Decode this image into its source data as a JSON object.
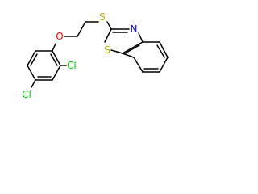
{
  "molecule": {
    "atoms": {
      "oxygen": "O",
      "sulfur_thioether": "S",
      "sulfur_ring": "S",
      "nitrogen": "N",
      "chlorine_ortho": "Cl",
      "chlorine_para": "Cl"
    },
    "colors": {
      "bond": "#000000",
      "oxygen": "#ff0000",
      "sulfur": "#b3b300",
      "nitrogen": "#0000ff",
      "chlorine": "#00cc00",
      "background": "#ffffff"
    }
  }
}
